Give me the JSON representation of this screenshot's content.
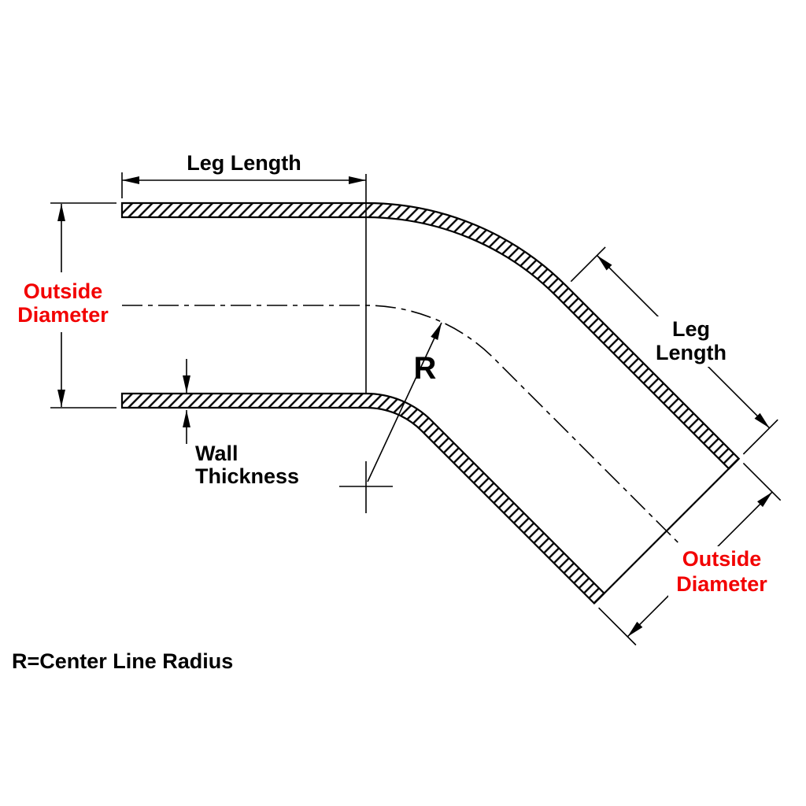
{
  "diagram": {
    "note": "R=Center Line Radius",
    "labels": {
      "leg_length_top": "Leg Length",
      "outside_left_1": "Outside",
      "outside_left_2": "Diameter",
      "wall_1": "Wall",
      "wall_2": "Thickness",
      "radius": "R",
      "leg_right_1": "Leg",
      "leg_right_2": "Length",
      "outside_right_1": "Outside",
      "outside_right_2": "Diameter"
    },
    "colors": {
      "emphasis_red": "#f20000",
      "line": "#000000",
      "background": "#ffffff"
    }
  }
}
